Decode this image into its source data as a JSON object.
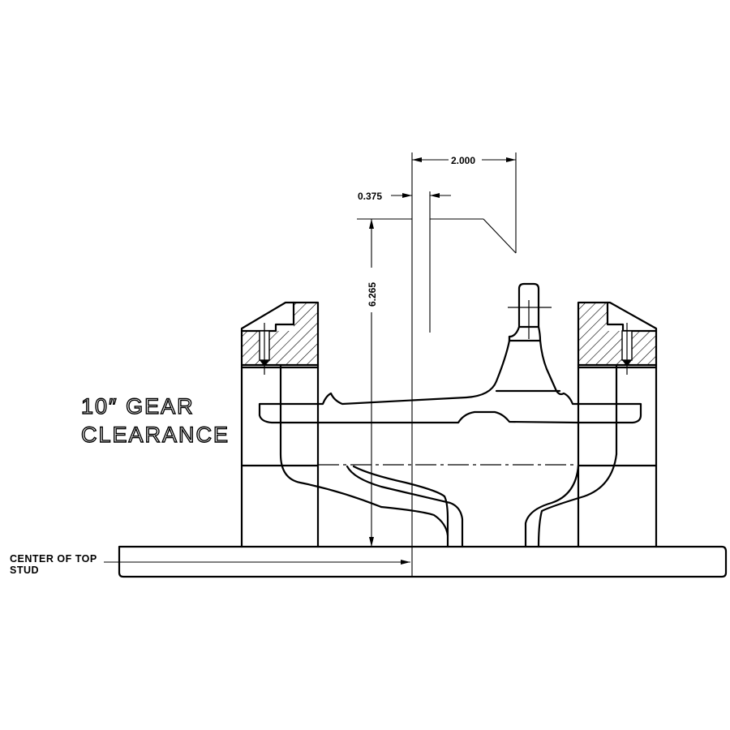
{
  "dimensions": {
    "horizontal_top": "2.000",
    "horizontal_small": "0.375",
    "vertical": "6.265"
  },
  "callout": {
    "line1": "10″ GEAR",
    "line2": "CLEARANCE"
  },
  "note": {
    "line1": "CENTER OF TOP",
    "line2": "STUD"
  }
}
